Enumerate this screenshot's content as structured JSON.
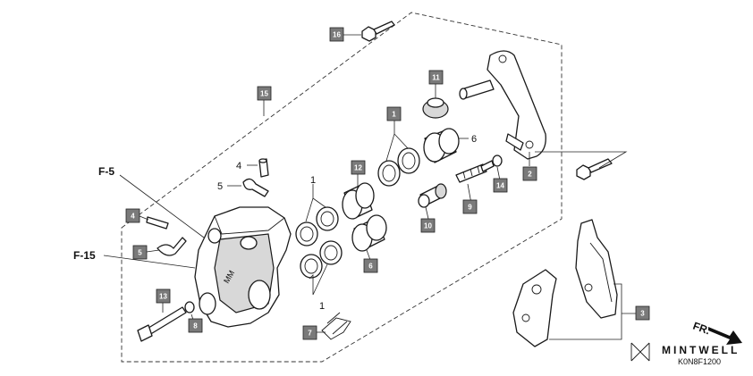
{
  "diagram": {
    "callouts": [
      "16",
      "15",
      "11",
      "1",
      "6",
      "12",
      "2",
      "14",
      "4",
      "5",
      "9",
      "10",
      "4",
      "5",
      "1",
      "6",
      "1",
      "13",
      "8",
      "7",
      "3"
    ],
    "plain_labels": [
      "6",
      "4",
      "5",
      "1",
      "1"
    ],
    "section_refs": [
      "F-5",
      "F-15"
    ],
    "direction_label": "FR.",
    "brand": "MINTWELL",
    "code": "K0N8F1200"
  }
}
